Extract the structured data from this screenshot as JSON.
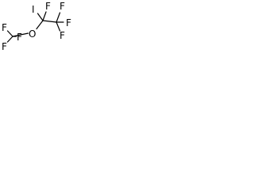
{
  "molecule": {
    "atoms": {
      "f_left_top": "F",
      "f_left_bottom": "F",
      "f_left_mid": "F",
      "o": "O",
      "i": "I",
      "f_mid_top": "F",
      "f_right_top": "F",
      "f_right_mid": "F",
      "f_right_bottom": "F"
    }
  }
}
